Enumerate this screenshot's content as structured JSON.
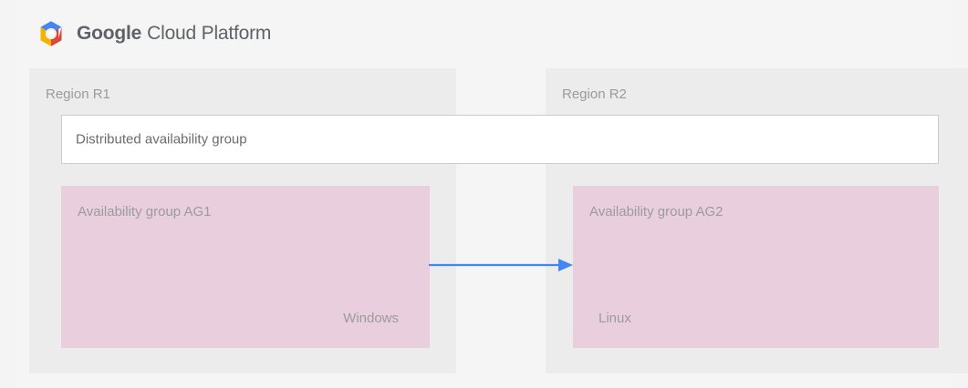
{
  "header": {
    "logo_icon": "google-cloud-platform-hexagon-logo",
    "brand_bold": "Google",
    "brand_light": "Cloud Platform",
    "logo_colors": {
      "blue": "#4285F4",
      "red": "#DB4437",
      "yellow": "#F4B400",
      "center": "#F1F1F1"
    }
  },
  "diagram": {
    "type": "architecture-diagram",
    "regions": [
      {
        "label": "Region R1",
        "availability_group": {
          "title": "Availability group AG1",
          "os": "Windows"
        }
      },
      {
        "label": "Region R2",
        "availability_group": {
          "title": "Availability group AG2",
          "os": "Linux"
        }
      }
    ],
    "distributed_group": {
      "label": "Distributed availability group"
    },
    "connector": {
      "name": "replication-arrow",
      "direction": "left-to-right",
      "from": "Availability group AG1",
      "to": "Availability group AG2",
      "color": "#4285F4"
    },
    "colors": {
      "page_background": "#f4f4f4",
      "card_background": "#f5f5f5",
      "region_background": "#ececec",
      "availability_group_background": "#e9cedd",
      "distributed_group_background": "#ffffff",
      "distributed_group_border": "#cccccc",
      "label_text": "#9b9b9b",
      "body_text": "#6b6b6b"
    }
  }
}
